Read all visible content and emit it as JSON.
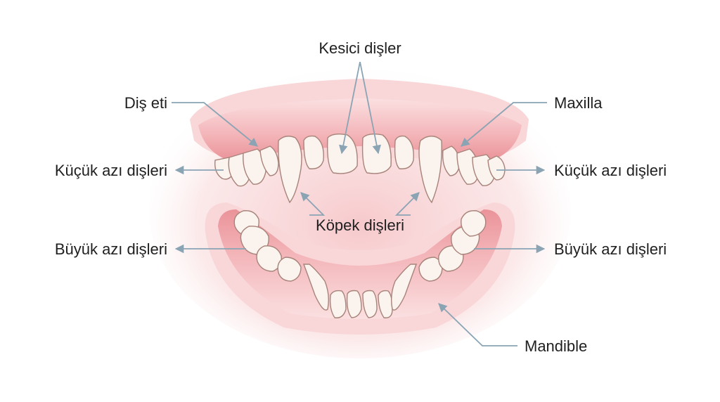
{
  "colors": {
    "gum_outer": "#f9d4d6",
    "gum_mid": "#f1a9ae",
    "gum_inner": "#e98c93",
    "tooth_fill": "#fbf3ee",
    "tooth_stroke": "#a8837a",
    "pointer": "#8aa4b4",
    "text": "#1f1f1f"
  },
  "labels": {
    "incisors": "Kesici dişler",
    "gum": "Diş eti",
    "maxilla": "Maxilla",
    "premolars_left": "Küçük azı dişleri",
    "premolars_right": "Küçük azı dişleri",
    "canines": "Köpek dişleri",
    "molars_left": "Büyük azı dişleri",
    "molars_right": "Büyük azı dişleri",
    "mandible": "Mandible"
  }
}
